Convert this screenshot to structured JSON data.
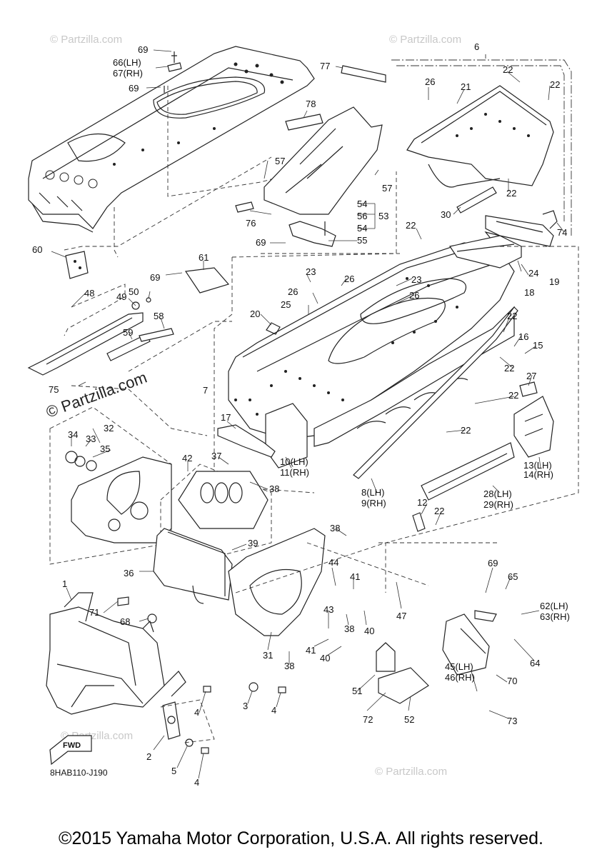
{
  "watermark": {
    "small": "© Partzilla.com",
    "large": "© Partzilla.com"
  },
  "diagram_code": "8HAB110-J190",
  "fwd_label": "FWD",
  "copyright": "©2015 Yamaha Motor Corporation, U.S.A. All rights reserved.",
  "callouts": {
    "c1": "1",
    "c2": "2",
    "c3": "3",
    "c4a": "4",
    "c4b": "4",
    "c4c": "4",
    "c5": "5",
    "c6": "6",
    "c7": "7",
    "c8_9a": "8(LH)",
    "c8_9b": "9(RH)",
    "c10_11a": "10(LH)",
    "c10_11b": "11(RH)",
    "c12": "12",
    "c13_14a": "13(LH)",
    "c13_14b": "14(RH)",
    "c15": "15",
    "c16": "16",
    "c17": "17",
    "c18": "18",
    "c19": "19",
    "c20": "20",
    "c21": "21",
    "c22a": "22",
    "c22b": "22",
    "c22c": "22",
    "c22d": "22",
    "c22e": "22",
    "c22f": "22",
    "c22g": "22",
    "c22h": "22",
    "c22i": "22",
    "c23a": "23",
    "c23b": "23",
    "c24": "24",
    "c25": "25",
    "c26a": "26",
    "c26b": "26",
    "c26c": "26",
    "c26d": "26",
    "c27": "27",
    "c28_29a": "28(LH)",
    "c28_29b": "29(RH)",
    "c30": "30",
    "c31": "31",
    "c32": "32",
    "c33": "33",
    "c34": "34",
    "c35": "35",
    "c36": "36",
    "c37": "37",
    "c38a": "38",
    "c38b": "38",
    "c38c": "38",
    "c38d": "38",
    "c39": "39",
    "c40a": "40",
    "c40b": "40",
    "c41a": "41",
    "c41b": "41",
    "c42": "42",
    "c43": "43",
    "c44": "44",
    "c45_46a": "45(LH)",
    "c45_46b": "46(RH)",
    "c47": "47",
    "c48": "48",
    "c49": "49",
    "c50": "50",
    "c51": "51",
    "c52": "52",
    "c53": "53",
    "c54a": "54",
    "c54b": "54",
    "c55": "55",
    "c56": "56",
    "c57a": "57",
    "c57b": "57",
    "c58": "58",
    "c59": "59",
    "c60": "60",
    "c61": "61",
    "c62_63a": "62(LH)",
    "c62_63b": "63(RH)",
    "c64": "64",
    "c65": "65",
    "c66_67a": "66(LH)",
    "c66_67b": "67(RH)",
    "c68": "68",
    "c69a": "69",
    "c69b": "69",
    "c69c": "69",
    "c69d": "69",
    "c69e": "69",
    "c70": "70",
    "c71": "71",
    "c72": "72",
    "c73": "73",
    "c74": "74",
    "c75": "75",
    "c76": "76",
    "c77": "77",
    "c78": "78"
  }
}
